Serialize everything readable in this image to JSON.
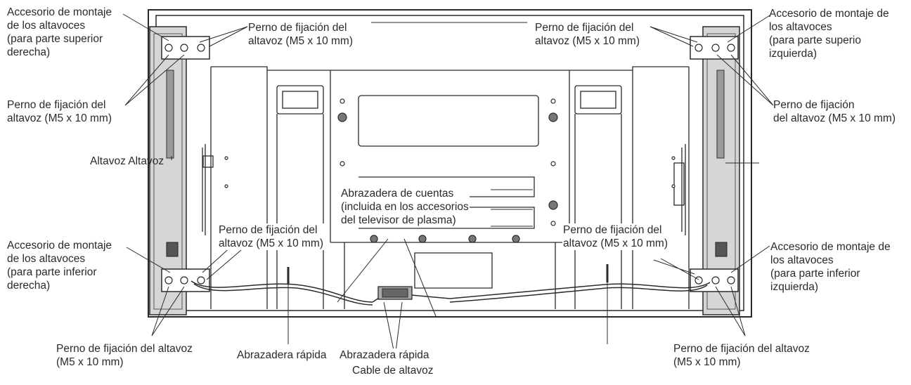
{
  "labels": {
    "acc_top_right_side": "Accesorio de montaje\nde los altavoces\n(para parte superior\nderecha)",
    "acc_top_left_side": "Accesorio de montaje de\nlos altavoces\n(para parte superio\nizquierda)",
    "acc_bottom_right_side": "Accesorio de montaje\nde los altavoces\n(para parte inferior\nderecha)",
    "acc_bottom_left_side": "Accesorio de montaje de\nlos altavoces\n(para parte inferior\nizquierda)",
    "bolt_top_center_left": "Perno de fijación del\naltavoz (M5 x 10 mm)",
    "bolt_top_center_right": "Perno de fijación del\naltavoz (M5 x 10 mm)",
    "bolt_mid_left": "Perno de fijación del\naltavoz (M5 x 10 mm)",
    "bolt_mid_right": "Perno de fijación\ndel altavoz (M5 x 10 mm)",
    "bolt_center_left": "Perno de fijación del\naltavoz (M5 x 10 mm)",
    "bolt_center_right": "Perno de fijación del\naltavoz (M5 x 10 mm)",
    "bolt_bottom_left": "Perno de fijación del altavoz\n(M5 x 10 mm)",
    "bolt_bottom_right": "Perno de fijación del altavoz\n(M5 x 10 mm)",
    "speaker_speaker": "Altavoz Altavoz",
    "bead_clamp": "Abrazadera de cuentas\n(incluida en los accesorios\ndel televisor de plasma)",
    "quick_clamp_1": "Abrazadera rápida",
    "quick_clamp_2": "Abrazadera rápida",
    "speaker_cable": "Cable de altavoz"
  }
}
